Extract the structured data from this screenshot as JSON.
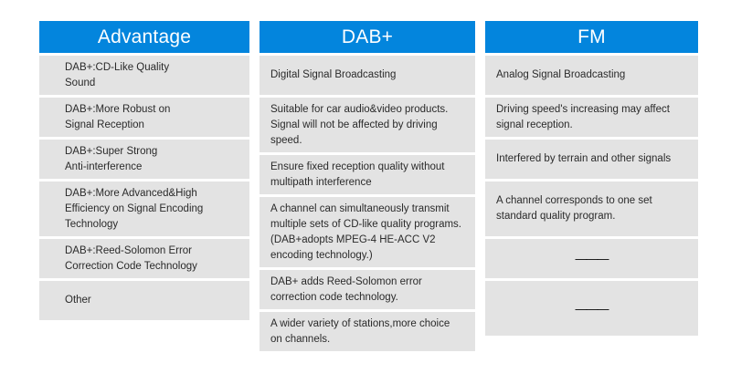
{
  "theme": {
    "header_blue": "#0385dd",
    "cell_gray": "#e3e3e3",
    "page_background": "#ffffff",
    "header_text_color": "#ffffff",
    "body_text_color": "#2a2a2a"
  },
  "table": {
    "columns": [
      {
        "key": "advantage",
        "header": "Advantage",
        "cells": [
          {
            "text": "DAB+:CD-Like Quality\nSound",
            "height": 43
          },
          {
            "text": "DAB+:More Robust on\nSignal Reception",
            "height": 43
          },
          {
            "text": "DAB+:Super Strong\nAnti-interference",
            "height": 43
          },
          {
            "text": "DAB+:More Advanced&High\nEfficiency on Signal Encoding\nTechnology",
            "height": 60
          },
          {
            "text": "DAB+:Reed-Solomon Error\nCorrection Code Technology",
            "height": 43
          },
          {
            "text": "Other",
            "height": 43
          }
        ]
      },
      {
        "key": "dab",
        "header": "DAB+",
        "cells": [
          {
            "text": "Digital Signal Broadcasting",
            "height": 43
          },
          {
            "text": "Suitable for car audio&video products.\nSignal will not be affected by driving\nspeed.",
            "height": 60
          },
          {
            "text": "Ensure fixed reception quality without\nmultipath interference",
            "height": 43
          },
          {
            "text": "A channel can simultaneously transmit\nmultiple sets of CD-like quality programs.\n(DAB+adopts MPEG-4 HE-ACC V2\nencoding technology.)",
            "height": 77
          },
          {
            "text": "DAB+ adds Reed-Solomon error\ncorrection code technology.",
            "height": 43
          },
          {
            "text": "A wider variety of stations,more choice\non channels.",
            "height": 43
          }
        ]
      },
      {
        "key": "fm",
        "header": "FM",
        "cells": [
          {
            "text": "Analog Signal Broadcasting",
            "height": 43
          },
          {
            "text": "Driving speed's increasing may affect\nsignal reception.",
            "height": 43
          },
          {
            "text": "Interfered by terrain and other signals",
            "height": 43
          },
          {
            "text": "A channel corresponds to one set\nstandard quality program.",
            "height": 60
          },
          {
            "text": "———",
            "height": 43,
            "dash": true
          },
          {
            "text": "———",
            "height": 60,
            "dash": true
          }
        ]
      }
    ]
  }
}
